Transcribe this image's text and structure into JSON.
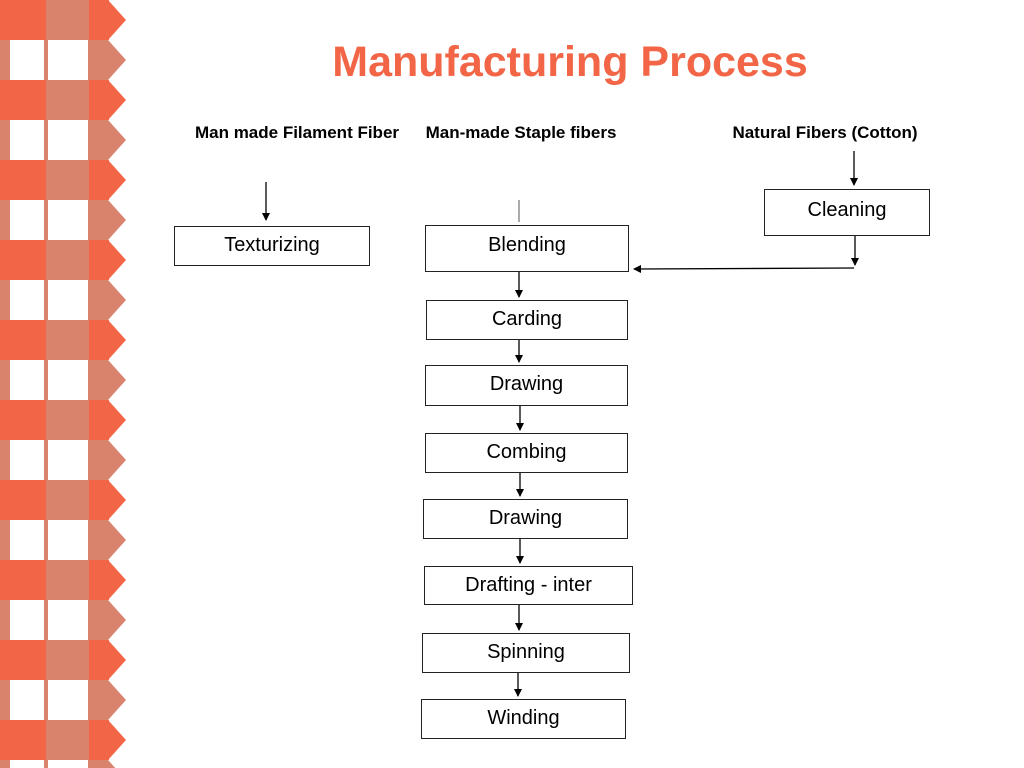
{
  "title": "Manufacturing Process",
  "columns": {
    "filament": {
      "header": "Man made Filament Fiber",
      "steps": [
        "Texturizing"
      ]
    },
    "staple": {
      "header": "Man-made Staple fibers",
      "steps": [
        "Blending",
        "Carding",
        "Drawing",
        "Combing",
        "Drawing",
        "Drafting - inter",
        "Spinning",
        "Winding"
      ]
    },
    "natural": {
      "header": "Natural Fibers (Cotton)",
      "steps": [
        "Cleaning"
      ]
    }
  },
  "colors": {
    "title": "#f26546",
    "border_orange": "#f26546",
    "border_rose": "#d9826c",
    "connector": "#000000"
  }
}
